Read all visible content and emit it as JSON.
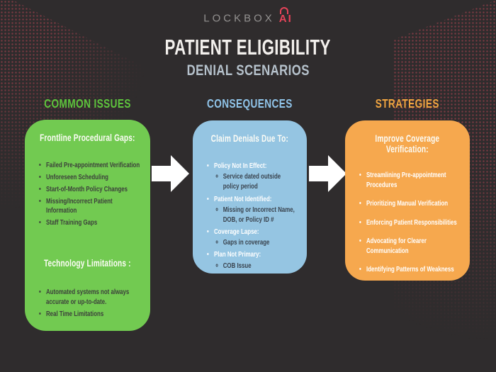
{
  "logo": {
    "brand": "LOCKBOX",
    "suffix": "AI",
    "accent_color": "#e8445a",
    "brand_color": "#939190"
  },
  "header": {
    "title": "PATIENT ELIGIBILITY",
    "subtitle": "DENIAL SCENARIOS"
  },
  "colors": {
    "background": "#2f2c2d",
    "green_box": "#72ca51",
    "blue_box": "#95c5e2",
    "orange_box": "#f6a84e",
    "green_header_text": "#5ec43d",
    "blue_header_text": "#90c4e9",
    "orange_header_text": "#efa440",
    "arrow": "#ffffff"
  },
  "columns": [
    {
      "header": "COMMON ISSUES",
      "sections": [
        {
          "heading": "Frontline Procedural Gaps:",
          "bullets": [
            "Failed Pre-appointment Verification",
            "Unforeseen Scheduling",
            "Start-of-Month Policy Changes",
            "Missing/Incorrect Patient Information",
            "Staff Training Gaps"
          ]
        },
        {
          "heading": "Technology Limitations :",
          "bullets": [
            "Automated systems not always accurate or up-to-date.",
            "Real Time Limitations"
          ]
        }
      ]
    },
    {
      "header": "CONSEQUENCES",
      "heading": "Claim Denials Due To:",
      "items": [
        {
          "label": "Policy Not In Effect:",
          "subs": [
            "Service dated outside policy period"
          ]
        },
        {
          "label": "Patient Not Identified:",
          "subs": [
            "Missing or Incorrect Name, DOB, or Policy ID #"
          ]
        },
        {
          "label": "Coverage Lapse:",
          "subs": [
            "Gaps in coverage"
          ]
        },
        {
          "label": "Plan Not Primary:",
          "subs": [
            "COB Issue"
          ]
        }
      ]
    },
    {
      "header": "STRATEGIES",
      "heading": "Improve Coverage Verification:",
      "bullets": [
        "Streamlining Pre-appointment Procedures",
        "Prioritizing Manual Verification",
        "Enforcing Patient Responsibilities",
        "Advocating for Clearer Communication",
        "Identifying Patterns of Weakness"
      ]
    }
  ]
}
